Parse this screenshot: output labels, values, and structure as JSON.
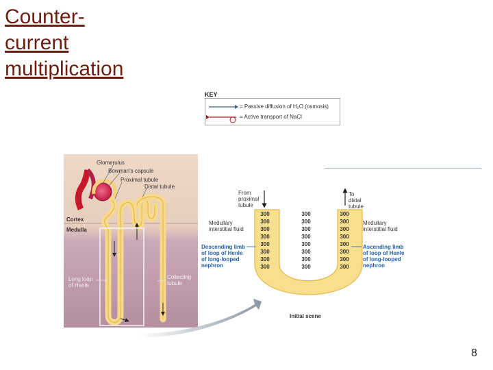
{
  "slide": {
    "title_lines": [
      "Counter-",
      "current",
      "multiplication"
    ],
    "page_number": "8"
  },
  "key": {
    "title": "KEY",
    "passive_label": "= Passive diffusion of H₂O (osmosis)",
    "active_label": "= Active transport of NaCl",
    "passive_color": "#3a5f8f",
    "active_color": "#a3171d"
  },
  "nephron": {
    "glomerulus": "Glomerulus",
    "bowmans_capsule": "Bowman's capsule",
    "proximal_tubule": "Proximal tubule",
    "distal_tubule": "Distal tubule",
    "cortex": "Cortex",
    "medulla": "Medulla",
    "long_loop": [
      "Long loop",
      "of Henle"
    ],
    "collecting_tubule": [
      "Collecting",
      "tubule"
    ]
  },
  "loop": {
    "from_proximal": [
      "From",
      "proximal",
      "tubule"
    ],
    "to_distal": [
      "To",
      "distal",
      "tubule"
    ],
    "interstitial_left": [
      "Medullary",
      "interstitial fluid"
    ],
    "interstitial_right": [
      "Medullary",
      "interstitial fluid"
    ],
    "descending": [
      "Descending limb",
      "of loop of Henle",
      "of long-looped",
      "nephron"
    ],
    "ascending": [
      "Ascending limb",
      "of loop of Henle",
      "of long-looped",
      "nephron"
    ],
    "caption": "Initial scene",
    "descending_values": [
      "300",
      "300",
      "300",
      "300",
      "300",
      "300",
      "300",
      "300"
    ],
    "interstitial_values": [
      "300",
      "300",
      "300",
      "300",
      "300",
      "300",
      "300",
      "300"
    ],
    "ascending_values": [
      "300",
      "300",
      "300",
      "300",
      "300",
      "300",
      "300",
      "300"
    ]
  }
}
